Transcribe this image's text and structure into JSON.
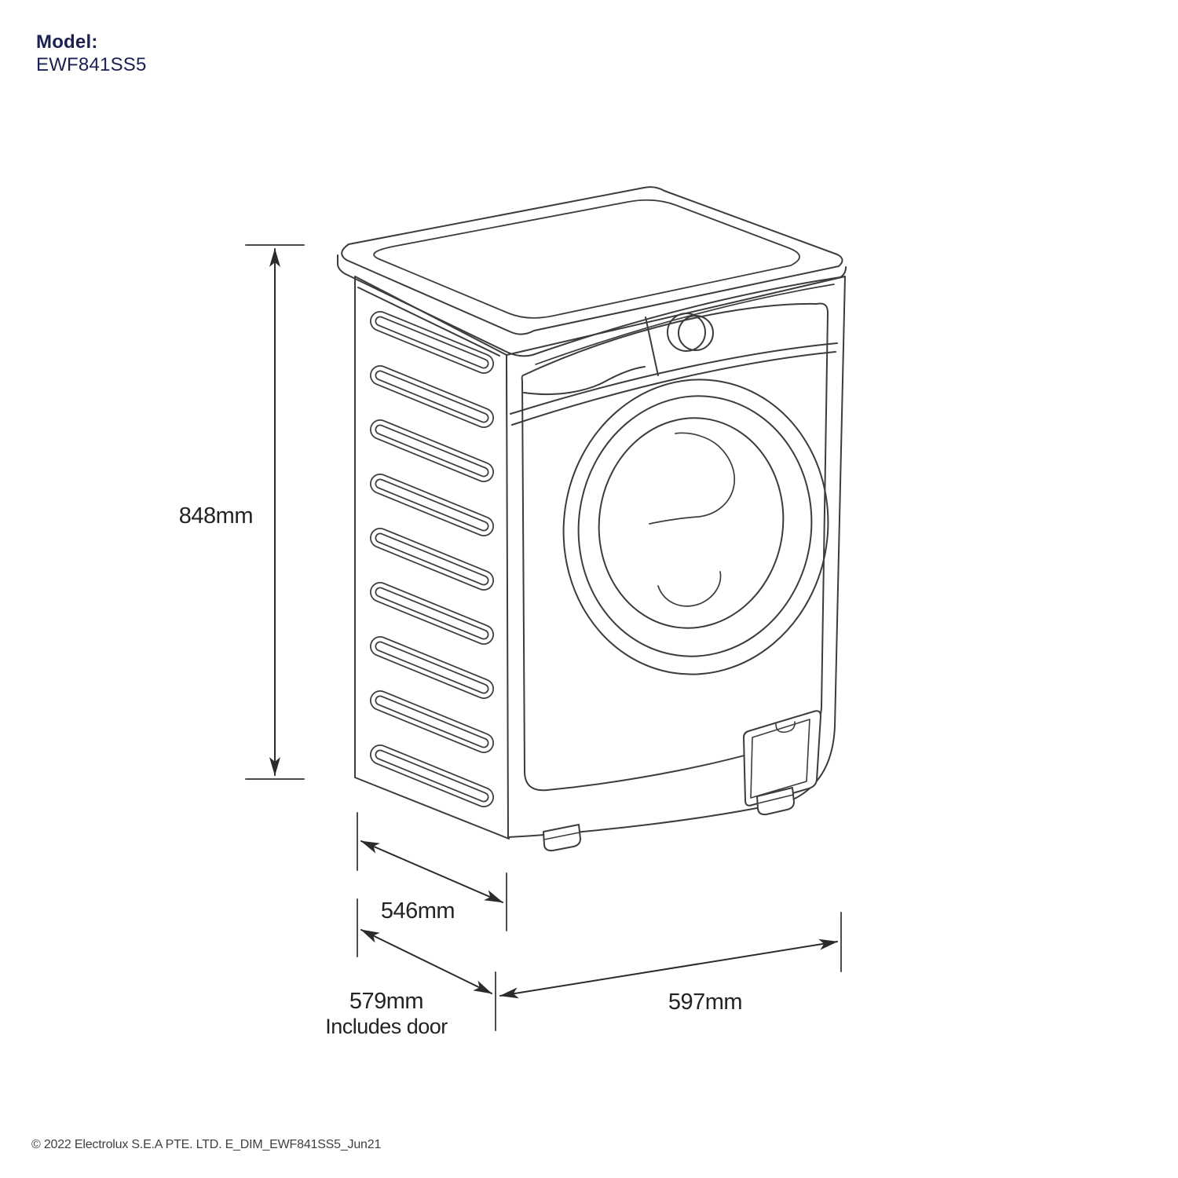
{
  "header": {
    "model_label": "Model:",
    "model_number": "EWF841SS5"
  },
  "illustration": {
    "subject": "front-load washing machine isometric line drawing",
    "vent_slot_count": 9
  },
  "dimensions": {
    "height": {
      "value": "848mm"
    },
    "depth_body": {
      "value": "546mm"
    },
    "depth_total": {
      "value": "579mm",
      "note": "Includes door"
    },
    "width": {
      "value": "597mm"
    }
  },
  "footer": {
    "copyright": "© 2022 Electrolux S.E.A PTE. LTD. E_DIM_EWF841SS5_Jun21"
  },
  "colors": {
    "title_navy": "#1b2150",
    "line_art": "#3c3c3c",
    "dimension_lines": "#2b2b2b",
    "text": "#232323",
    "background": "#ffffff"
  }
}
